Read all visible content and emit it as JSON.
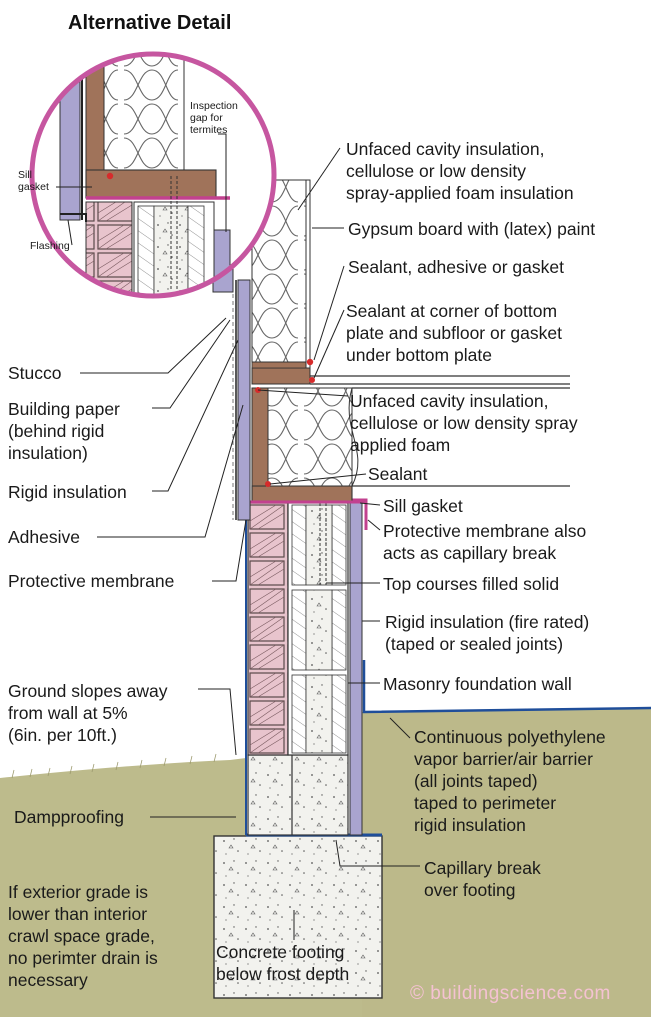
{
  "title": "Alternative Detail",
  "detail_labels": {
    "sill_gasket": [
      "Sill",
      "gasket"
    ],
    "inspection_gap": [
      "Inspection",
      "gap for",
      "termites"
    ],
    "flashing": "Flashing"
  },
  "labels_right": {
    "cavity_insulation_upper": [
      "Unfaced cavity insulation,",
      "cellulose or low density",
      "spray-applied foam insulation"
    ],
    "gypsum": "Gypsum board with (latex) paint",
    "sealant_adhesive_gasket": "Sealant, adhesive or gasket",
    "sealant_corner": [
      "Sealant at corner of bottom",
      "plate and subfloor or gasket",
      "under bottom plate"
    ],
    "cavity_insulation_lower": [
      "Unfaced cavity insulation,",
      "cellulose or low density spray",
      "applied foam"
    ],
    "sealant": "Sealant",
    "sill_gasket": "Sill gasket",
    "protective_membrane_capillary": [
      "Protective membrane also",
      "acts as capillary break"
    ],
    "top_courses": "Top courses filled solid",
    "rigid_insulation_fire": [
      "Rigid insulation (fire rated)",
      "(taped or sealed joints)"
    ],
    "masonry_wall": "Masonry foundation wall",
    "vapor_barrier": [
      "Continuous polyethylene",
      "vapor barrier/air barrier",
      "(all joints taped)",
      "taped to perimeter",
      "rigid insulation"
    ],
    "capillary_break": [
      "Capillary break",
      "over footing"
    ]
  },
  "labels_left": {
    "stucco": "Stucco",
    "building_paper": [
      "Building paper",
      "(behind rigid",
      "insulation)"
    ],
    "rigid_insulation": "Rigid insulation",
    "adhesive": "Adhesive",
    "protective_membrane": "Protective membrane",
    "ground_slopes": [
      "Ground slopes away",
      "from wall at 5%",
      "(6in. per 10ft.)"
    ],
    "dampproofing": "Dampproofing",
    "exterior_grade_note": [
      "If exterior grade is",
      "lower than interior",
      "crawl space grade,",
      "no perimter drain is",
      "necessary"
    ]
  },
  "labels_bottom": {
    "concrete_footing": [
      "Concrete footing",
      "below frost depth"
    ]
  },
  "watermark": "© buildingscience.com",
  "colors": {
    "insulation_foam": "#a9a4cf",
    "wood": "#a0735a",
    "brick": "#e7c3cc",
    "concrete": "#f1f1ec",
    "soil": "#b9b68a",
    "membrane_pink": "#c2418f",
    "circle_border": "#c656a0",
    "vapor_blue": "#1f4e9a"
  }
}
